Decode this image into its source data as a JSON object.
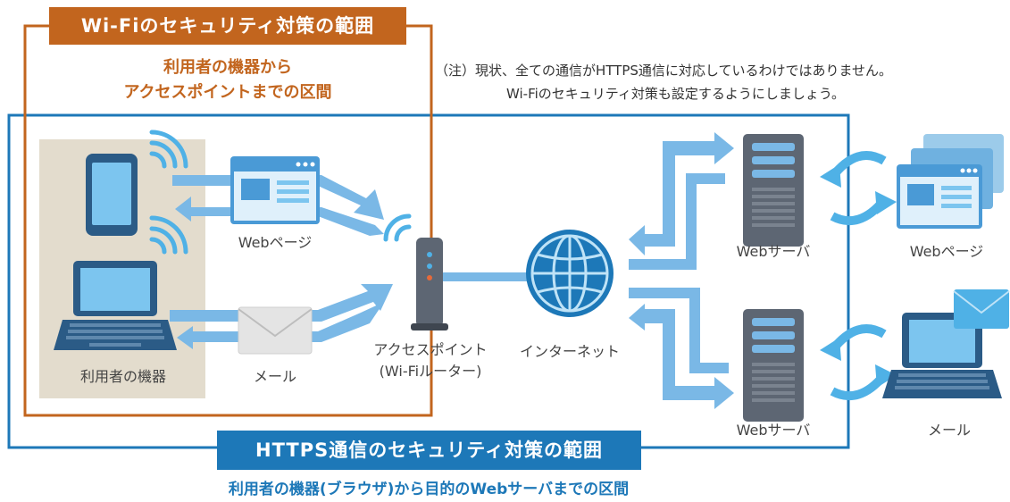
{
  "wifi_scope": {
    "title": "Wi-Fiのセキュリティ対策の範囲",
    "subtitle_line1": "利用者の機器から",
    "subtitle_line2": "アクセスポイントまでの区間"
  },
  "note": {
    "line1": "（注）現状、全ての通信がHTTPS通信に対応しているわけではありません。",
    "line2": "Wi-Fiのセキュリティ対策も設定するようにしましょう。"
  },
  "labels": {
    "user_device": "利用者の機器",
    "webpage_left": "Webページ",
    "mail_left": "メール",
    "access_point_line1": "アクセスポイント",
    "access_point_line2": "(Wi-Fiルーター)",
    "internet": "インターネット",
    "web_server_top": "Webサーバ",
    "web_server_bottom": "Webサーバ",
    "webpage_right": "Webページ",
    "mail_right": "メール"
  },
  "https_scope": {
    "title": "HTTPS通信のセキュリティ対策の範囲",
    "subtitle": "利用者の機器(ブラウザ)から目的のWebサーバまでの区間"
  },
  "colors": {
    "wifi_orange": "#c2651e",
    "https_blue": "#1d78b8",
    "arrow_blue": "#7ab8e6",
    "device_beige": "#e3dccd",
    "server_gray": "#5d6673",
    "device_dark": "#2b5b86",
    "screen_light": "#7cc5ef"
  },
  "icons": [
    "smartphone-icon",
    "laptop-icon",
    "wifi-signal-icon",
    "webpage-icon",
    "mail-envelope-icon",
    "router-icon",
    "globe-icon",
    "server-icon",
    "mail-icon"
  ]
}
